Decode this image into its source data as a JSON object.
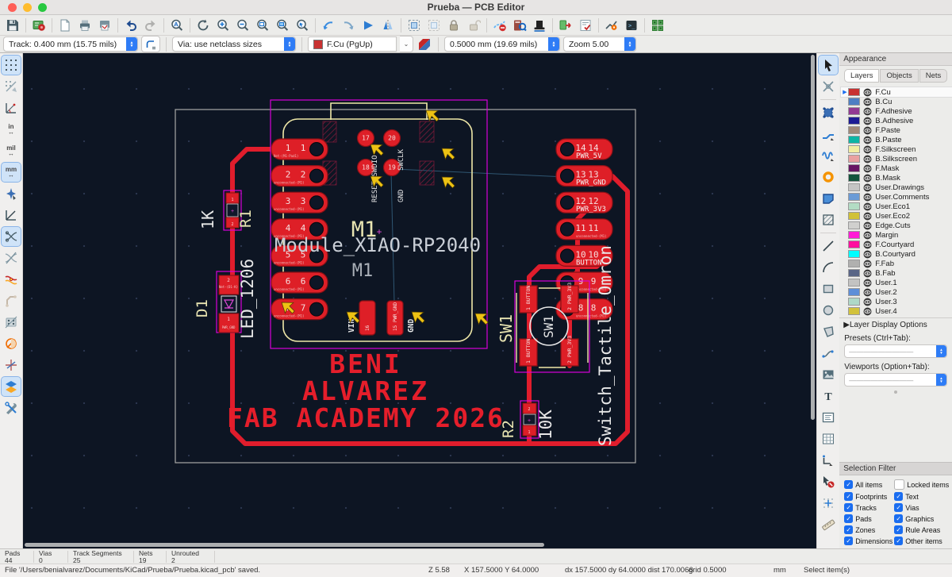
{
  "window": {
    "title": "Prueba — PCB Editor"
  },
  "traffic": {
    "red": "#ff5f57",
    "yellow": "#febc2e",
    "green": "#28c840"
  },
  "toolbar_top_icons": [
    "save",
    "board-setup",
    "page-settings",
    "print",
    "plot",
    "undo",
    "redo",
    "find",
    "refresh-view",
    "zoom-in",
    "zoom-out",
    "zoom-fit",
    "zoom-objects",
    "zoom-selection",
    "rotate-ccw",
    "rotate-cw",
    "flip-board-view",
    "mirror",
    "group",
    "ungroup",
    "lock",
    "unlock",
    "cleanup-tracks",
    "net-inspector",
    "board-statistics",
    "update-pcb-from-schematic",
    "design-rules-check",
    "show-drc-markers",
    "scripting-console",
    "footprint-checks"
  ],
  "toolbar_left_icons": [
    "grid-dots",
    "grid-override",
    "polar-coords",
    "units-inches",
    "units-mils",
    "units-mm",
    "cursor-shape",
    "free-angle-mode",
    "ratsnest-visibility",
    "ratsnest-curved",
    "net-colors",
    "ghost-tracks",
    "ghost-pads",
    "inactive-layer-dim",
    "cross-probe",
    "layers-manager",
    "preferences-tools"
  ],
  "toolbar_right_icons": [
    "select-tool",
    "net-highlight",
    "add-footprint",
    "route-tracks",
    "tune-length",
    "add-via",
    "add-zone",
    "add-rule-area",
    "draw-line",
    "draw-arc",
    "draw-rectangle",
    "draw-circle",
    "draw-polygon",
    "add-leader",
    "add-image",
    "add-text",
    "add-textbox",
    "add-table",
    "add-dimension",
    "delete-tool",
    "grid-origin",
    "measure-tool"
  ],
  "controls": {
    "track": "Track: 0.400 mm (15.75 mils)",
    "via": "Via: use netclass sizes",
    "layer": "F.Cu (PgUp)",
    "grid": "0.5000 mm (19.69 mils)",
    "zoom": "Zoom 5.00"
  },
  "appearance": {
    "title": "Appearance",
    "tabs": [
      "Layers",
      "Objects",
      "Nets"
    ],
    "active_tab": "Layers",
    "layers": [
      {
        "name": "F.Cu",
        "color": "#c83232",
        "selected": true
      },
      {
        "name": "B.Cu",
        "color": "#4d7fc3"
      },
      {
        "name": "F.Adhesive",
        "color": "#923a92"
      },
      {
        "name": "B.Adhesive",
        "color": "#1c1c94"
      },
      {
        "name": "F.Paste",
        "color": "#a08978"
      },
      {
        "name": "B.Paste",
        "color": "#0fb5a5"
      },
      {
        "name": "F.Silkscreen",
        "color": "#f2eda1"
      },
      {
        "name": "B.Silkscreen",
        "color": "#e9a1a1"
      },
      {
        "name": "F.Mask",
        "color": "#671664"
      },
      {
        "name": "B.Mask",
        "color": "#14543c"
      },
      {
        "name": "User.Drawings",
        "color": "#c5c5c4"
      },
      {
        "name": "User.Comments",
        "color": "#6b9bd6"
      },
      {
        "name": "User.Eco1",
        "color": "#b3dcc4"
      },
      {
        "name": "User.Eco2",
        "color": "#d0c138"
      },
      {
        "name": "Edge.Cuts",
        "color": "#d0d0ce"
      },
      {
        "name": "Margin",
        "color": "#ff1cd6"
      },
      {
        "name": "F.Courtyard",
        "color": "#ff0e9e"
      },
      {
        "name": "B.Courtyard",
        "color": "#00ffff"
      },
      {
        "name": "F.Fab",
        "color": "#b0b0af"
      },
      {
        "name": "B.Fab",
        "color": "#596586"
      },
      {
        "name": "User.1",
        "color": "#c3c3c2"
      },
      {
        "name": "User.2",
        "color": "#5d8ed8"
      },
      {
        "name": "User.3",
        "color": "#aed8c8"
      },
      {
        "name": "User.4",
        "color": "#d2c23c"
      }
    ],
    "layer_display_options": "Layer Display Options",
    "presets_label": "Presets (Ctrl+Tab):",
    "viewports_label": "Viewports (Option+Tab):",
    "combo_placeholder": "—————————"
  },
  "selection_filter": {
    "title": "Selection Filter",
    "items": [
      {
        "label": "All items",
        "checked": true
      },
      {
        "label": "Locked items",
        "checked": false
      },
      {
        "label": "Footprints",
        "checked": true
      },
      {
        "label": "Text",
        "checked": true
      },
      {
        "label": "Tracks",
        "checked": true
      },
      {
        "label": "Vias",
        "checked": true
      },
      {
        "label": "Pads",
        "checked": true
      },
      {
        "label": "Graphics",
        "checked": true
      },
      {
        "label": "Zones",
        "checked": true
      },
      {
        "label": "Rule Areas",
        "checked": true
      },
      {
        "label": "Dimensions",
        "checked": true
      },
      {
        "label": "Other items",
        "checked": true
      }
    ]
  },
  "status": {
    "fields": [
      {
        "label": "Pads",
        "value": "44"
      },
      {
        "label": "Vias",
        "value": "0"
      },
      {
        "label": "Track Segments",
        "value": "25"
      },
      {
        "label": "Nets",
        "value": "19"
      },
      {
        "label": "Unrouted",
        "value": "2"
      }
    ],
    "message": "File '/Users/benialvarez/Documents/KiCad/Prueba/Prueba.kicad_pcb' saved.",
    "z": "Z 5.58",
    "xy": "X 157.5000  Y 64.0000",
    "delta": "dx 157.5000  dy 64.0000  dist 170.0066",
    "grid": "grid 0.5000",
    "units": "mm",
    "hint": "Select item(s)"
  },
  "pcb": {
    "colors": {
      "copper": "#e01d2c",
      "pad": "#de1f27",
      "silk": "#efe8a8",
      "fab": "#c9ced6",
      "courtyard": "#d800d8",
      "edge": "#a8a8a6",
      "marker": "#edc214"
    },
    "module": {
      "ref_silk": "M1",
      "name": "Module_XIAO-RP2040",
      "ref_fab": "M1"
    },
    "silk_lines": [
      "BENI",
      "ALVAREZ",
      "FAB ACADEMY 2026"
    ],
    "labels": {
      "reset_swdio": "RESET SWDIO",
      "swclk": "SWCLK",
      "gnd": "GND",
      "vin": "VIN",
      "gnd2": "GND"
    },
    "pads_left": [
      {
        "n": "1",
        "net": "Net-(M1-Pad1)"
      },
      {
        "n": "2",
        "net": "unconnected-(M1)"
      },
      {
        "n": "3",
        "net": "unconnected-(M1)"
      },
      {
        "n": "4",
        "net": "unconnected-(M1)"
      },
      {
        "n": "5",
        "net": "unconnected-(M1)"
      },
      {
        "n": "6",
        "net": "unconnected-(M1)"
      },
      {
        "n": "7",
        "net": "unconnected-(M1)"
      }
    ],
    "pads_right": [
      {
        "n": "14",
        "label": "PWR_5V",
        "net": ""
      },
      {
        "n": "13",
        "label": "PWR_GND",
        "net": ""
      },
      {
        "n": "12",
        "label": "PWR_3V3",
        "net": ""
      },
      {
        "n": "11",
        "label": "",
        "net": "unconnected-(M1)"
      },
      {
        "n": "10",
        "label": "BUTTON",
        "net": ""
      },
      {
        "n": "9",
        "label": "",
        "net": "unconnected-(M1)"
      },
      {
        "n": "8",
        "label": "",
        "net": "unconnected-(M1)"
      }
    ],
    "pads_center": [
      {
        "n": "17"
      },
      {
        "n": "20"
      },
      {
        "n": "18"
      },
      {
        "n": "19"
      }
    ],
    "pads_bottom": [
      {
        "n": "16",
        "inner": "16",
        "label": "VIN"
      },
      {
        "n": "15",
        "inner": "15 PWR_GND",
        "label": "GND"
      }
    ],
    "r1": {
      "ref": "R1",
      "value": "1K",
      "p1": "1",
      "p2": "2"
    },
    "d1": {
      "ref": "D1",
      "value": "LED_1206",
      "p1": "1",
      "p2": "2",
      "net2": "Net-(D1-K)",
      "net1": "PWR_GND"
    },
    "sw1": {
      "ref": "SW1",
      "value": "Switch_Tactile_Omron",
      "circle_label": "SW1",
      "pads": [
        {
          "n": "1",
          "label": "BUTTON"
        },
        {
          "n": "2",
          "label": "PWR_3V3"
        },
        {
          "n": "1",
          "label": "BUTTON"
        },
        {
          "n": "2",
          "label": "PWR_3V3"
        }
      ]
    },
    "r2": {
      "ref": "R2",
      "value": "10K",
      "p1": "1",
      "p2": "2"
    }
  }
}
